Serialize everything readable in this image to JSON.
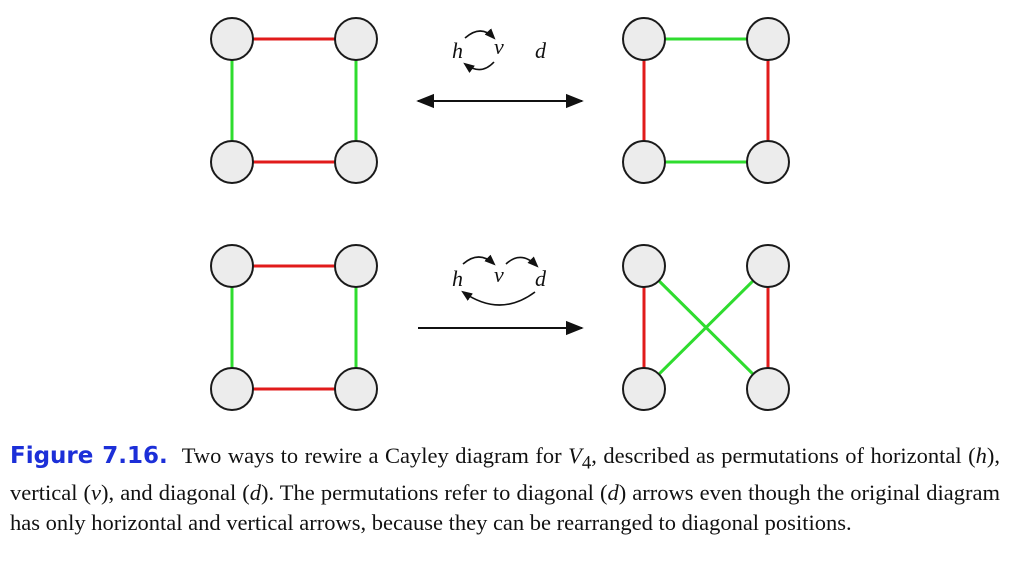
{
  "operations": {
    "h": "h",
    "v": "v",
    "d": "d"
  },
  "caption": {
    "label": "Figure 7.16.",
    "p1": "Two ways to rewire a Cayley diagram for ",
    "group": "V",
    "group_sub": "4",
    "p2": ", described as permutations of horizontal (",
    "p3": "), vertical (",
    "p4": "), and diagonal (",
    "p5": "). The permutations refer to diagonal (",
    "p6": ") arrows even though the original diagram has only horizontal and vertical arrows, because they can be rearranged to diagonal positions.",
    "h": "h",
    "v": "v",
    "d": "d"
  }
}
